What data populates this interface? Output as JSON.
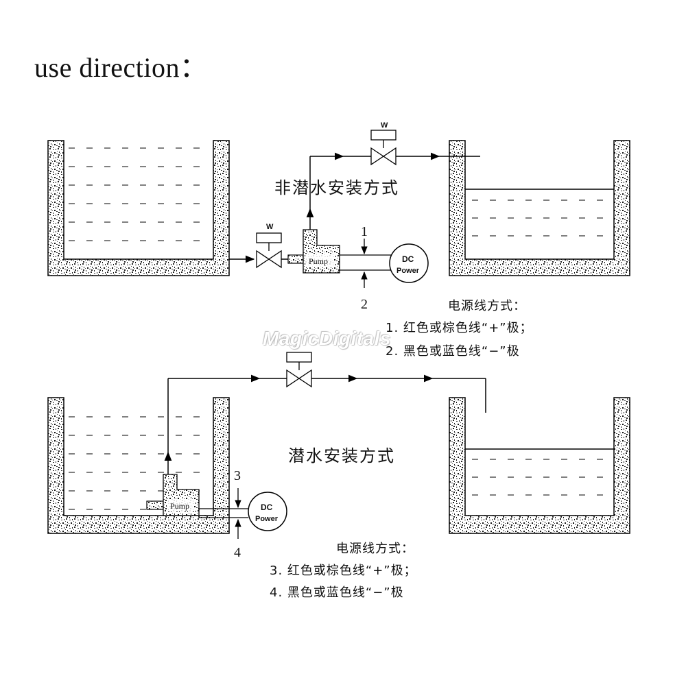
{
  "title": "use direction：",
  "watermark": "MagicDigitals",
  "top_diagram": {
    "caption": "非潜水安装方式",
    "valve_top_label": "W",
    "valve_inlet_label": "W",
    "pump_label": "Pump",
    "power_line1": "DC",
    "power_line2": "Power",
    "wire_plus_num": "1",
    "wire_minus_num": "2",
    "notes_heading": "电源线方式：",
    "note_1": "1. 红色或棕色线“+”极；",
    "note_2": "2. 黑色或蓝色线“−”极"
  },
  "bottom_diagram": {
    "caption": "潜水安装方式",
    "pump_label": "Pump",
    "power_line1": "DC",
    "power_line2": "Power",
    "wire_plus_num": "3",
    "wire_minus_num": "4",
    "notes_heading": "电源线方式：",
    "note_3": "3. 红色或棕色线“+”极；",
    "note_4": "4. 黑色或蓝色线“−”极"
  }
}
